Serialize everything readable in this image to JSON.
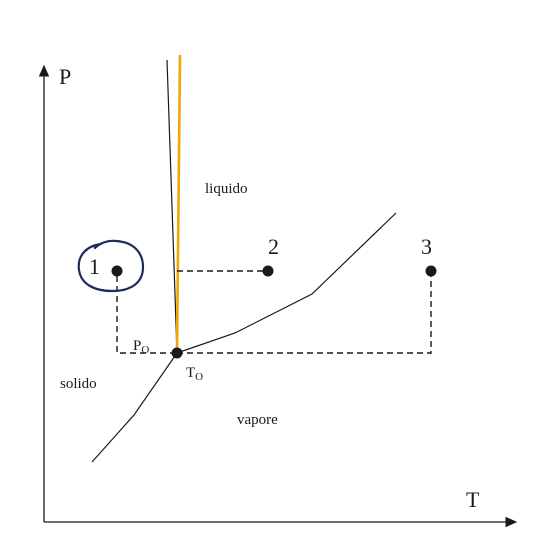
{
  "axes": {
    "y_label": "P",
    "x_label": "T"
  },
  "regions": {
    "liquid": "liquido",
    "solid": "solido",
    "vapor": "vapore"
  },
  "triple_point": {
    "pressure_label": "P",
    "pressure_sub": "O",
    "temperature_label": "T",
    "temperature_sub": "O"
  },
  "points": [
    {
      "id": "1",
      "label": "1",
      "circled": true
    },
    {
      "id": "2",
      "label": "2",
      "circled": false
    },
    {
      "id": "3",
      "label": "3",
      "circled": false
    }
  ],
  "colors": {
    "ink": "#1a1a1a",
    "highlight": "#f0a500",
    "circle": "#1f2a5a"
  }
}
